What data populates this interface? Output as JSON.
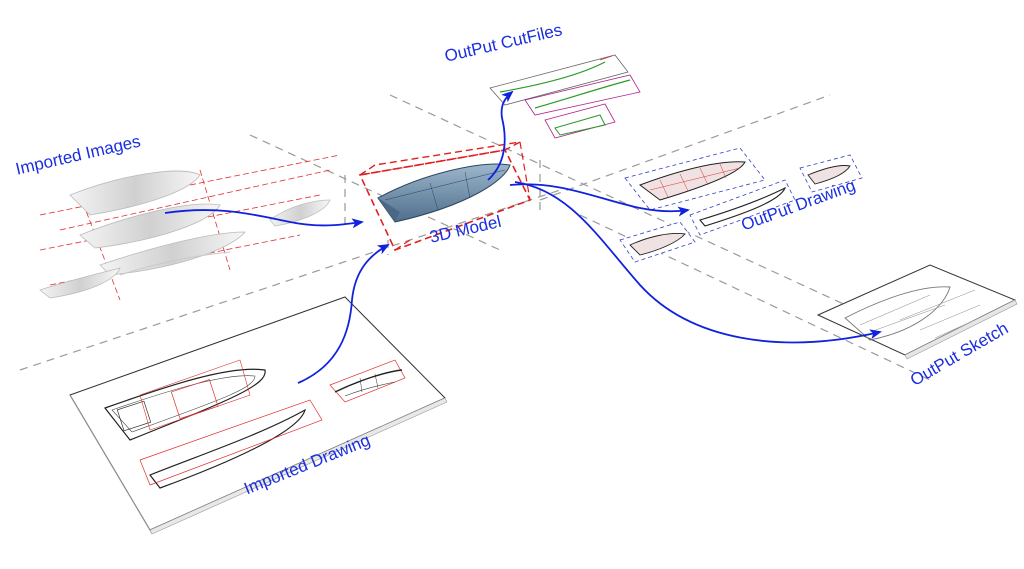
{
  "labels": {
    "imported_images": "Imported Images",
    "imported_drawing": "Imported Drawing",
    "model_3d": "3D Model",
    "output_cutfiles": "OutPut CutFiles",
    "output_drawing": "OutPut Drawing",
    "output_sketch": "OutPut Sketch"
  },
  "colors": {
    "label_text": "#1a2ee0",
    "arrow": "#1122dd",
    "guide_line": "#9a9a9a",
    "model_box": "#e02020",
    "hull_fill": "#7f9cb8",
    "drawing_red": "#e03030",
    "cutfile_green": "#2a9a2a",
    "cutfile_magenta": "#b0208a"
  }
}
